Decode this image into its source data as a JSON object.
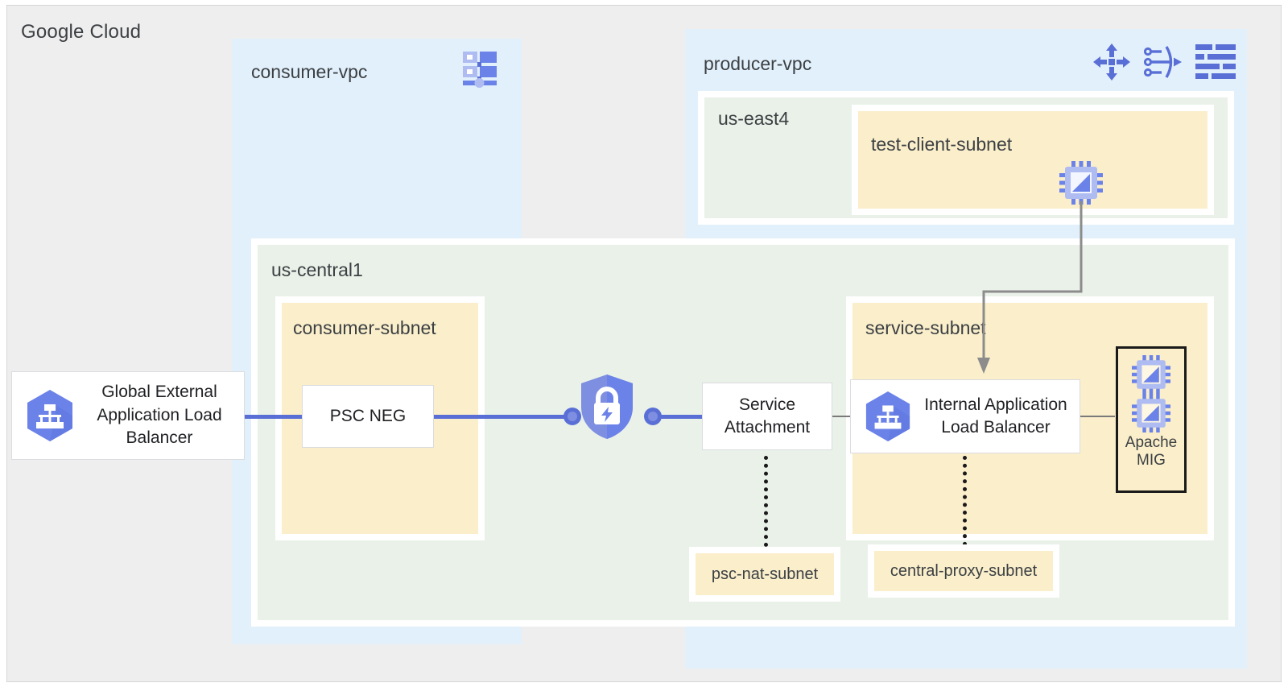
{
  "diagram": {
    "platform_label": "Google Cloud",
    "accent_blue": "#5a6fd6",
    "vpc_fill": "#e2f0fc",
    "region_fill": "#e9f1e9",
    "subnet_fill": "#faeecb",
    "frame_fill": "#eeeeee"
  },
  "consumer_vpc": {
    "title": "consumer-vpc",
    "icon": "vpc-network-icon"
  },
  "producer_vpc": {
    "title": "producer-vpc",
    "icons": [
      "routes-icon",
      "load-balancing-icon",
      "firewall-rules-icon"
    ]
  },
  "regions": {
    "us_east4": {
      "title": "us-east4"
    },
    "us_central1": {
      "title": "us-central1"
    }
  },
  "subnets": {
    "test_client": {
      "title": "test-client-subnet"
    },
    "consumer": {
      "title": "consumer-subnet"
    },
    "service": {
      "title": "service-subnet"
    },
    "psc_nat": {
      "title": "psc-nat-subnet"
    },
    "central_proxy": {
      "title": "central-proxy-subnet"
    }
  },
  "nodes": {
    "global_lb": {
      "label": "Global External Application Load Balancer",
      "icon": "cloud-load-balancer-icon"
    },
    "psc_neg": {
      "label": "PSC NEG"
    },
    "service_attachment": {
      "label": "Service Attachment"
    },
    "internal_lb": {
      "label": "Internal Application Load Balancer",
      "icon": "cloud-load-balancer-icon"
    },
    "apache_mig": {
      "label": "Apache MIG",
      "instances": [
        "vm-instance-icon",
        "vm-instance-icon"
      ]
    },
    "test_client_vm": {
      "icon": "vm-instance-icon"
    },
    "private_service_connect": {
      "icon": "psc-shield-lock-icon"
    }
  },
  "connections": [
    {
      "from": "Global External Application Load Balancer",
      "to": "PSC NEG",
      "style": "solid-blue"
    },
    {
      "from": "PSC NEG",
      "to": "Private Service Connect",
      "style": "solid-blue"
    },
    {
      "from": "Private Service Connect",
      "to": "Service Attachment",
      "style": "solid-blue"
    },
    {
      "from": "Service Attachment",
      "to": "Internal Application Load Balancer",
      "style": "solid-gray"
    },
    {
      "from": "Internal Application Load Balancer",
      "to": "Apache MIG",
      "style": "solid-gray"
    },
    {
      "from": "Service Attachment",
      "to": "psc-nat-subnet",
      "style": "dotted"
    },
    {
      "from": "Internal Application Load Balancer",
      "to": "central-proxy-subnet",
      "style": "dotted"
    },
    {
      "from": "test-client VM",
      "to": "Internal Application Load Balancer",
      "style": "arrow-gray"
    }
  ]
}
